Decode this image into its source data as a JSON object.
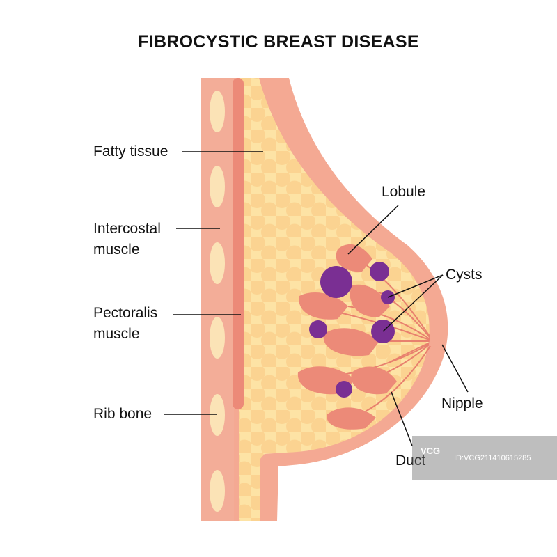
{
  "title": "FIBROCYSTIC BREAST DISEASE",
  "labels": {
    "fatty_tissue": "Fatty tissue",
    "intercostal_line1": "Intercostal",
    "intercostal_line2": "muscle",
    "pectoralis_line1": "Pectoralis",
    "pectoralis_line2": "muscle",
    "rib_bone": "Rib bone",
    "lobule": "Lobule",
    "cysts": "Cysts",
    "nipple": "Nipple",
    "duct": "Duct"
  },
  "watermark": {
    "logo": "VCG",
    "id": "ID:VCG211410615285"
  },
  "colors": {
    "skin": "#f4a993",
    "chest_wall": "#f3ad98",
    "pectoralis": "#ec8a78",
    "rib": "#fbe3b6",
    "fat": "#fde3a5",
    "fat_globule": "#fbd391",
    "lobule": "#ec8a78",
    "duct": "#e8806e",
    "cyst": "#7a2f93"
  }
}
